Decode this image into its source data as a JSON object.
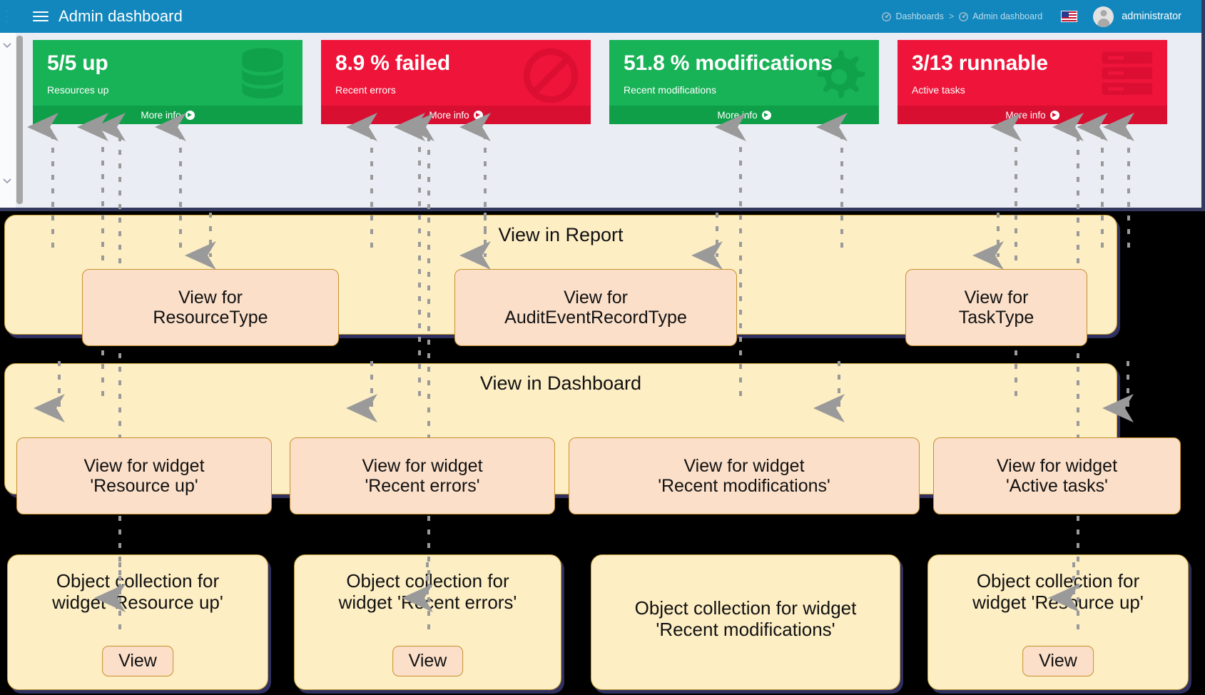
{
  "app": {
    "title": "Admin dashboard",
    "menu_icon": "hamburger-icon",
    "breadcrumb": [
      {
        "label": "Dashboards",
        "icon": "dashboard-gauge-icon"
      },
      {
        "label": "Admin dashboard",
        "icon": "dashboard-gauge-icon"
      }
    ],
    "breadcrumb_separator": ">",
    "locale_flag": "us-flag-icon",
    "user": "administrator",
    "colors": {
      "topbar": "#1287bd",
      "page_background": "#eaedf4",
      "green": "#18b257",
      "green_dark": "#0f9f49",
      "red": "#ef1439",
      "red_dark": "#d80f31",
      "panel_fill": "#fdeec4",
      "node_fill": "#fbdfc9",
      "node_border": "#c8912c",
      "shadow": "#303060"
    }
  },
  "widgets": [
    {
      "value": "5/5 up",
      "label": "Resources up",
      "more_info": "More info",
      "color": "green",
      "icon": "database-stack-icon"
    },
    {
      "value": "8.9 % failed",
      "label": "Recent errors",
      "more_info": "More info",
      "color": "red",
      "icon": "ban-prohibited-icon"
    },
    {
      "value": "51.8 % modifications",
      "label": "Recent modifications",
      "more_info": "More info",
      "color": "green",
      "icon": "gear-cog-icon"
    },
    {
      "value": "3/13 runnable",
      "label": "Active tasks",
      "more_info": "More info",
      "color": "red",
      "icon": "server-rack-icon"
    }
  ],
  "diagram": {
    "report_panel": {
      "title": "View in Report",
      "nodes": [
        {
          "text": "View for\nResourceType"
        },
        {
          "text": "View for\nAuditEventRecordType"
        },
        {
          "text": "View for\nTaskType"
        }
      ]
    },
    "dashboard_panel": {
      "title": "View in Dashboard",
      "nodes": [
        {
          "text": "View for widget\n'Resource up'"
        },
        {
          "text": "View for widget\n'Recent errors'"
        },
        {
          "text": "View for widget\n'Recent modifications'"
        },
        {
          "text": "View for widget\n'Active tasks'"
        }
      ]
    },
    "collections": [
      {
        "label": "Object collection for\nwidget 'Resource up'",
        "button": "View"
      },
      {
        "label": "Object collection for\nwidget 'Recent errors'",
        "button": "View"
      },
      {
        "label": "Object collection for widget\n'Recent modifications'",
        "button": null
      },
      {
        "label": "Object collection for\nwidget 'Resource up'",
        "button": "View"
      }
    ]
  }
}
